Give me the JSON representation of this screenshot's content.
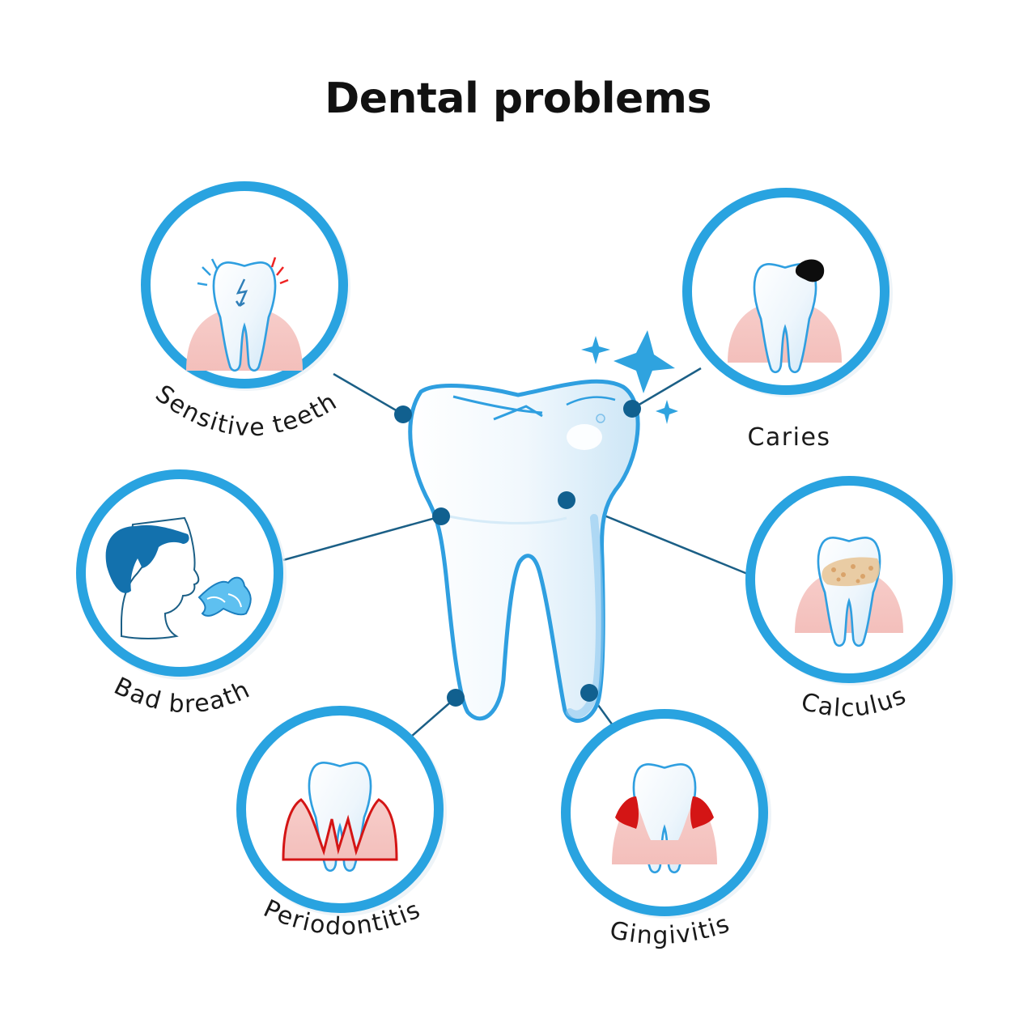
{
  "title": "Dental problems",
  "colors": {
    "ring": "#29a3e0",
    "ring_shadow": "#d9e6ee",
    "node": "#11608f",
    "connector": "#1b5f86",
    "tooth_outline": "#2f9fe0",
    "gum": "#f5c6c3",
    "gum_inflamed": "#d41515",
    "decay": "#0d0d0d",
    "plaque": "#e8c69a",
    "head": "#1371ad"
  },
  "problems": [
    {
      "id": "sensitive-teeth",
      "label": "Sensitive teeth",
      "icon": "sensitive-tooth-icon"
    },
    {
      "id": "caries",
      "label": "Caries",
      "icon": "decayed-tooth-icon"
    },
    {
      "id": "bad-breath",
      "label": "Bad breath",
      "icon": "breath-head-icon"
    },
    {
      "id": "calculus",
      "label": "Calculus",
      "icon": "tartar-tooth-icon"
    },
    {
      "id": "periodontitis",
      "label": "Periodontitis",
      "icon": "receding-gum-tooth-icon"
    },
    {
      "id": "gingivitis",
      "label": "Gingivitis",
      "icon": "inflamed-gum-tooth-icon"
    }
  ]
}
